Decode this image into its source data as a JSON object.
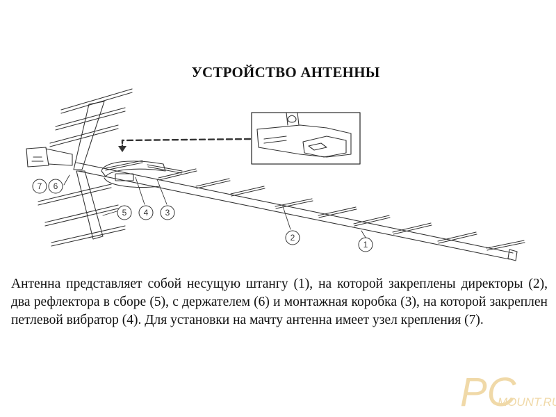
{
  "document": {
    "title": "УСТРОЙСТВО АНТЕННЫ",
    "description": "Антенна представляет собой несущую штангу (1), на которой закреплены директоры (2), два рефлектора в сборе (5), с держателем (6) и монтажная коробка (3), на которой закреплен петлевой вибратор (4). Для установки на мачту антенна имеет узел крепления (7)."
  },
  "diagram": {
    "callouts": [
      {
        "id": "boom",
        "label": "1"
      },
      {
        "id": "director",
        "label": "2"
      },
      {
        "id": "mounting-box",
        "label": "3"
      },
      {
        "id": "loop-vibrator",
        "label": "4"
      },
      {
        "id": "reflectors",
        "label": "5"
      },
      {
        "id": "holder",
        "label": "6"
      },
      {
        "id": "mount-unit",
        "label": "7"
      }
    ]
  },
  "watermark": {
    "brand": "PC",
    "site": "MOUNT.RU"
  },
  "colors": {
    "watermark": "#f0d9a8",
    "line": "#333333"
  }
}
